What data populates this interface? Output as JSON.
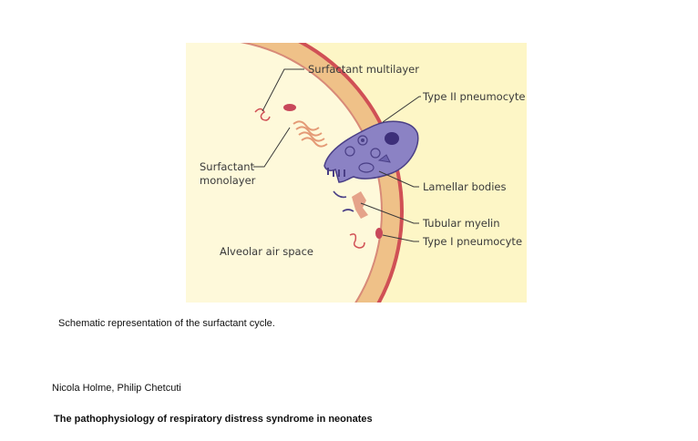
{
  "diagram": {
    "labels": {
      "surfactant_multilayer": "Surfactant multilayer",
      "type2_pneumocyte": "Type II pneumocyte",
      "surfactant_monolayer_line1": "Surfactant",
      "surfactant_monolayer_line2": "monolayer",
      "lamellar_bodies": "Lamellar bodies",
      "tubular_myelin": "Tubular myelin",
      "type1_pneumocyte": "Type I pneumocyte",
      "alveolar_air_space": "Alveolar air space"
    },
    "colors": {
      "background": "#fdf6c6",
      "alveolus_interior": "#fef9da",
      "wall_tan": "#efc188",
      "wall_red": "#d05055",
      "cell_purple": "#8b82c4",
      "cell_dark": "#4a3f86",
      "tubular_myelin": "#e5a38a"
    }
  },
  "caption": "Schematic representation of the surfactant cycle.",
  "authors": "Nicola Holme,  Philip Chetcuti",
  "paper_title": "The pathophysiology of respiratory distress syndrome in neonates"
}
